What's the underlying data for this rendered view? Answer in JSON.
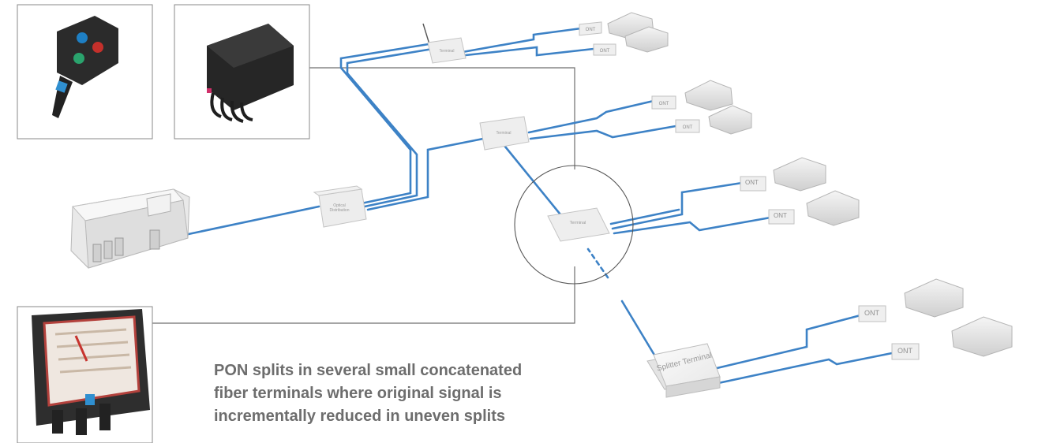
{
  "diagram": {
    "caption_lines": [
      "PON splits in several small concatenated",
      "fiber terminals where original signal is",
      "incrementally reduced in uneven splits"
    ],
    "terminal_label": "Splitter Terminal",
    "ont_label": "ONT",
    "colors": {
      "fiber": "#3d82c6",
      "box": "#f2f2f2",
      "line": "#6f6f6f"
    }
  }
}
